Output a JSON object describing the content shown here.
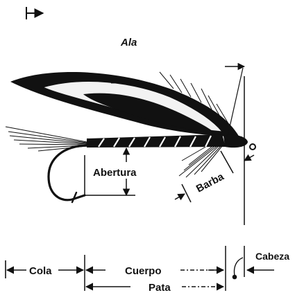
{
  "labels": {
    "wing": "Ala",
    "gap": "Abertura",
    "beard": "Barba",
    "head": "Cabeza",
    "tail": "Cola",
    "body": "Cuerpo",
    "shank": "Pata"
  },
  "colors": {
    "ink": "#111111",
    "paper": "#ffffff",
    "wing_light": "#f2f2f2"
  }
}
